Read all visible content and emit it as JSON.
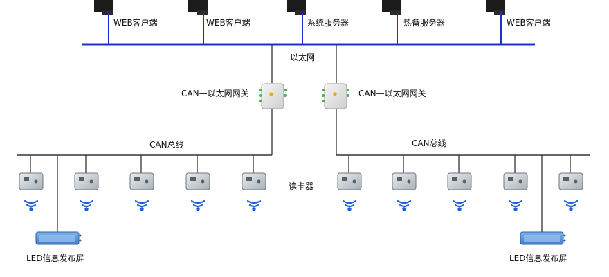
{
  "clients": [
    {
      "label": "WEB客户端"
    },
    {
      "label": "WEB客户端"
    },
    {
      "label": "系统服务器"
    },
    {
      "label": "热备服务器"
    },
    {
      "label": "WEB客户端"
    }
  ],
  "ethernet_label": "以太网",
  "gateways": [
    {
      "label": "CAN—以太网网关"
    },
    {
      "label": "CAN—以太网网关"
    }
  ],
  "can_bus": [
    {
      "label": "CAN总线"
    },
    {
      "label": "CAN总线"
    }
  ],
  "reader_label": "读卡器",
  "led_screens": [
    {
      "label": "LED信息发布屏"
    },
    {
      "label": "LED信息发布屏"
    }
  ],
  "colors": {
    "ethernet_line": "#1f2fd0",
    "bus_line": "#333333",
    "wifi": "#1e5fd8",
    "led_frame": "#4f8fd8",
    "monitor": "#1b1b1b"
  }
}
